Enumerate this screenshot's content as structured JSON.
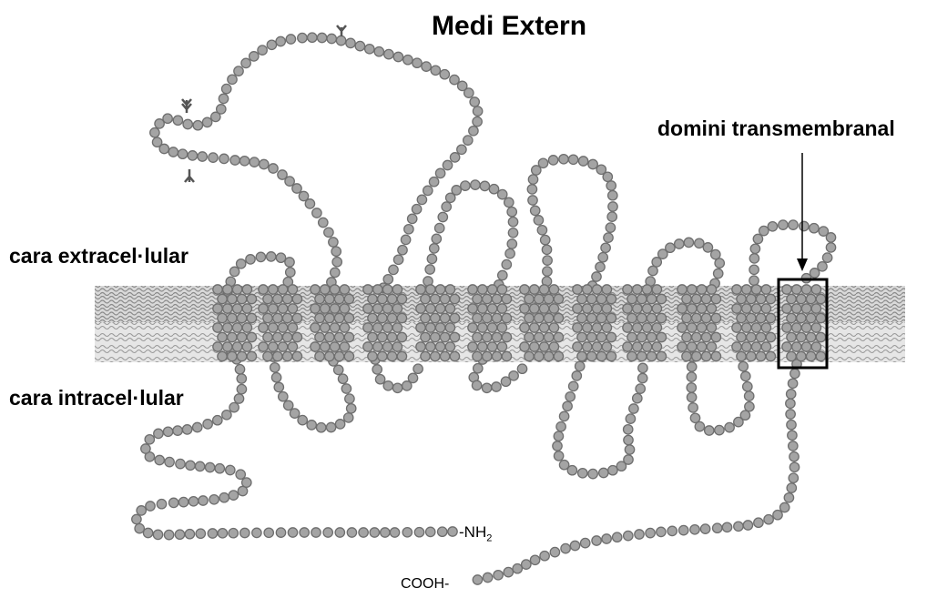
{
  "labels": {
    "title": "Medi Extern",
    "transmembrane_domain": "domini transmembranal",
    "extracellular_face": "cara extracel·lular",
    "intracellular_face": "cara intracel·lular",
    "n_terminus": "-NH",
    "n_terminus_subscript": "2",
    "c_terminus": "COOH-"
  },
  "structure": {
    "transmembrane_helices": 12,
    "highlighted_helix": 12,
    "glycosylation_sites": 3
  },
  "colors": {
    "residue_fill": "#a4a4a4",
    "residue_stroke": "#6e6e6e",
    "membrane": "#bdbdbd",
    "highlight_box": "#000000"
  },
  "icons": [
    "glycosylation-icon",
    "arrow-icon"
  ]
}
